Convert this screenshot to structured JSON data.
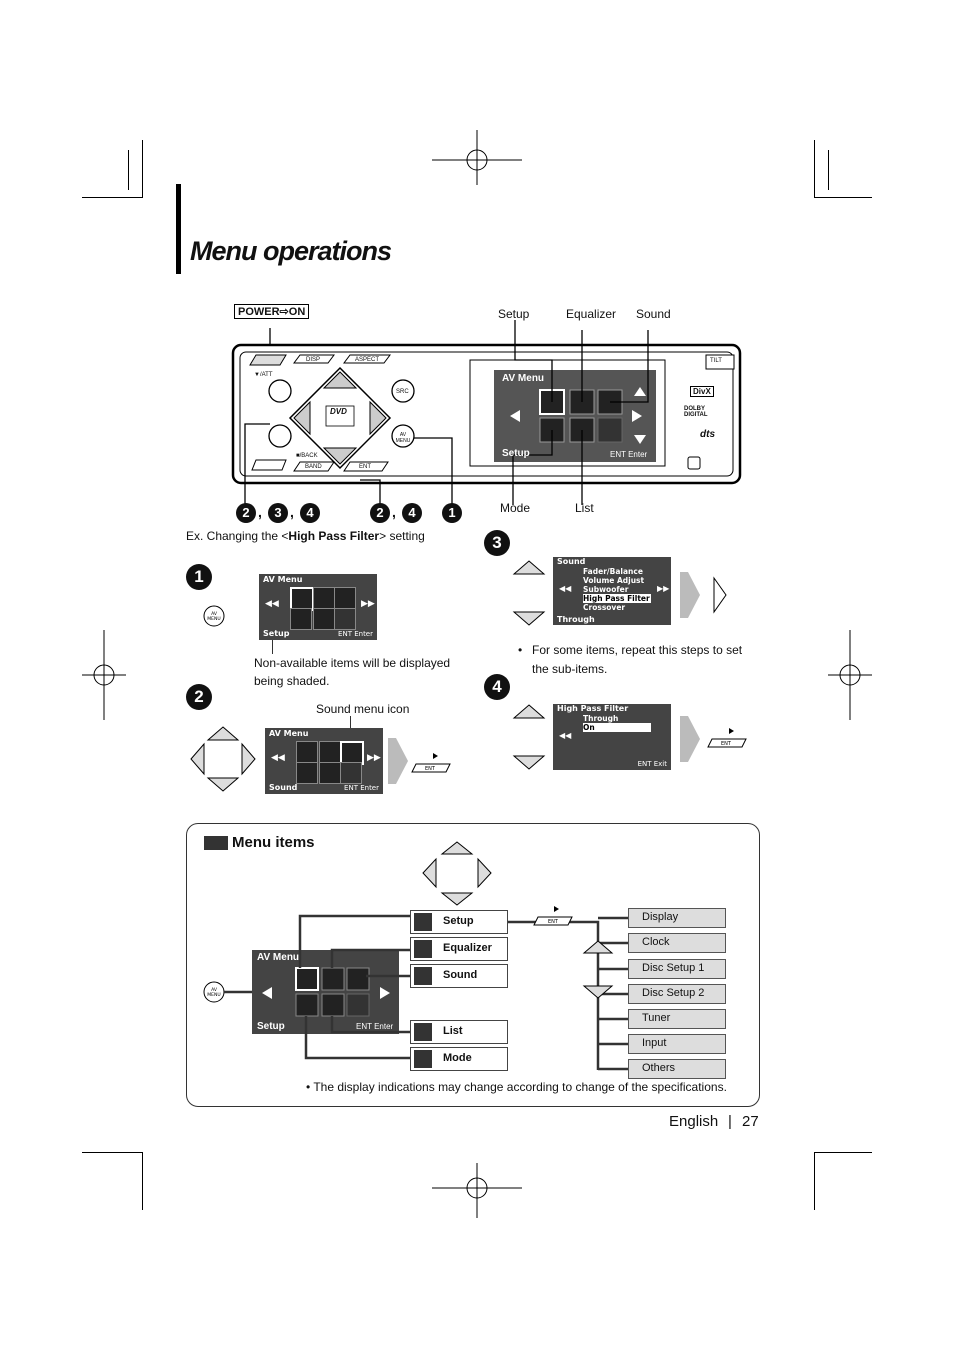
{
  "page": {
    "title": "Menu operations",
    "power_label": "POWER⇨ON",
    "example_text_prefix": "Ex. Changing the <",
    "example_bold": "High Pass Filter",
    "example_text_suffix": "> setting",
    "footer_lang": "English",
    "footer_sep": "|",
    "footer_page": "27"
  },
  "unit": {
    "top_labels": [
      "Setup",
      "Equalizer",
      "Sound"
    ],
    "bottom_labels": [
      "Mode",
      "List"
    ],
    "buttons": {
      "att": "▼/ATT",
      "disp": "DISP",
      "aspect": "ASPECT",
      "src": "SRC",
      "av_menu": "AV MENU",
      "back": "■/BACK",
      "band": "BAND",
      "ent": "ENT",
      "tilt": "TILT",
      "dvd": "DVD",
      "divx": "DivX",
      "dolby": "DOLBY DIGITAL",
      "dts": "dts"
    },
    "lcd": {
      "header": "AV Menu",
      "footer_left": "Setup",
      "footer_right": "ENT Enter"
    },
    "callouts_left": [
      "2",
      "3",
      "4"
    ],
    "callouts_mid": [
      "2",
      "4"
    ],
    "callout_right": "1"
  },
  "steps": {
    "s1": {
      "num": "1",
      "lcd_header": "AV Menu",
      "lcd_footer": "Setup",
      "lcd_enter": "ENT Enter",
      "note": "Non-available items will be displayed being shaded."
    },
    "s2": {
      "num": "2",
      "caption": "Sound menu icon",
      "lcd_header": "AV Menu",
      "lcd_footer": "Sound",
      "lcd_enter": "ENT Enter"
    },
    "s3": {
      "num": "3",
      "lcd_header": "Sound",
      "items": [
        "Fader/Balance",
        "Volume Adjust",
        "Subwoofer",
        "High Pass Filter",
        "Crossover"
      ],
      "selected": "High Pass Filter",
      "footer": "Through",
      "note": "For some items, repeat this steps to set the sub-items."
    },
    "s4": {
      "num": "4",
      "lcd_header": "High Pass Filter",
      "items": [
        "Through",
        "On"
      ],
      "selected": "On",
      "footer_right": "ENT Exit"
    }
  },
  "menu_items": {
    "heading": "Menu items",
    "lcd_header": "AV Menu",
    "lcd_footer": "Setup",
    "lcd_enter": "ENT Enter",
    "items": [
      "Setup",
      "Equalizer",
      "Sound",
      "List",
      "Mode"
    ],
    "setup_sub": [
      "Display",
      "Clock",
      "Disc Setup 1",
      "Disc Setup 2",
      "Tuner",
      "Input",
      "Others"
    ],
    "ent_label": "ENT",
    "note": "The display indications may change according to change of the specifications."
  }
}
